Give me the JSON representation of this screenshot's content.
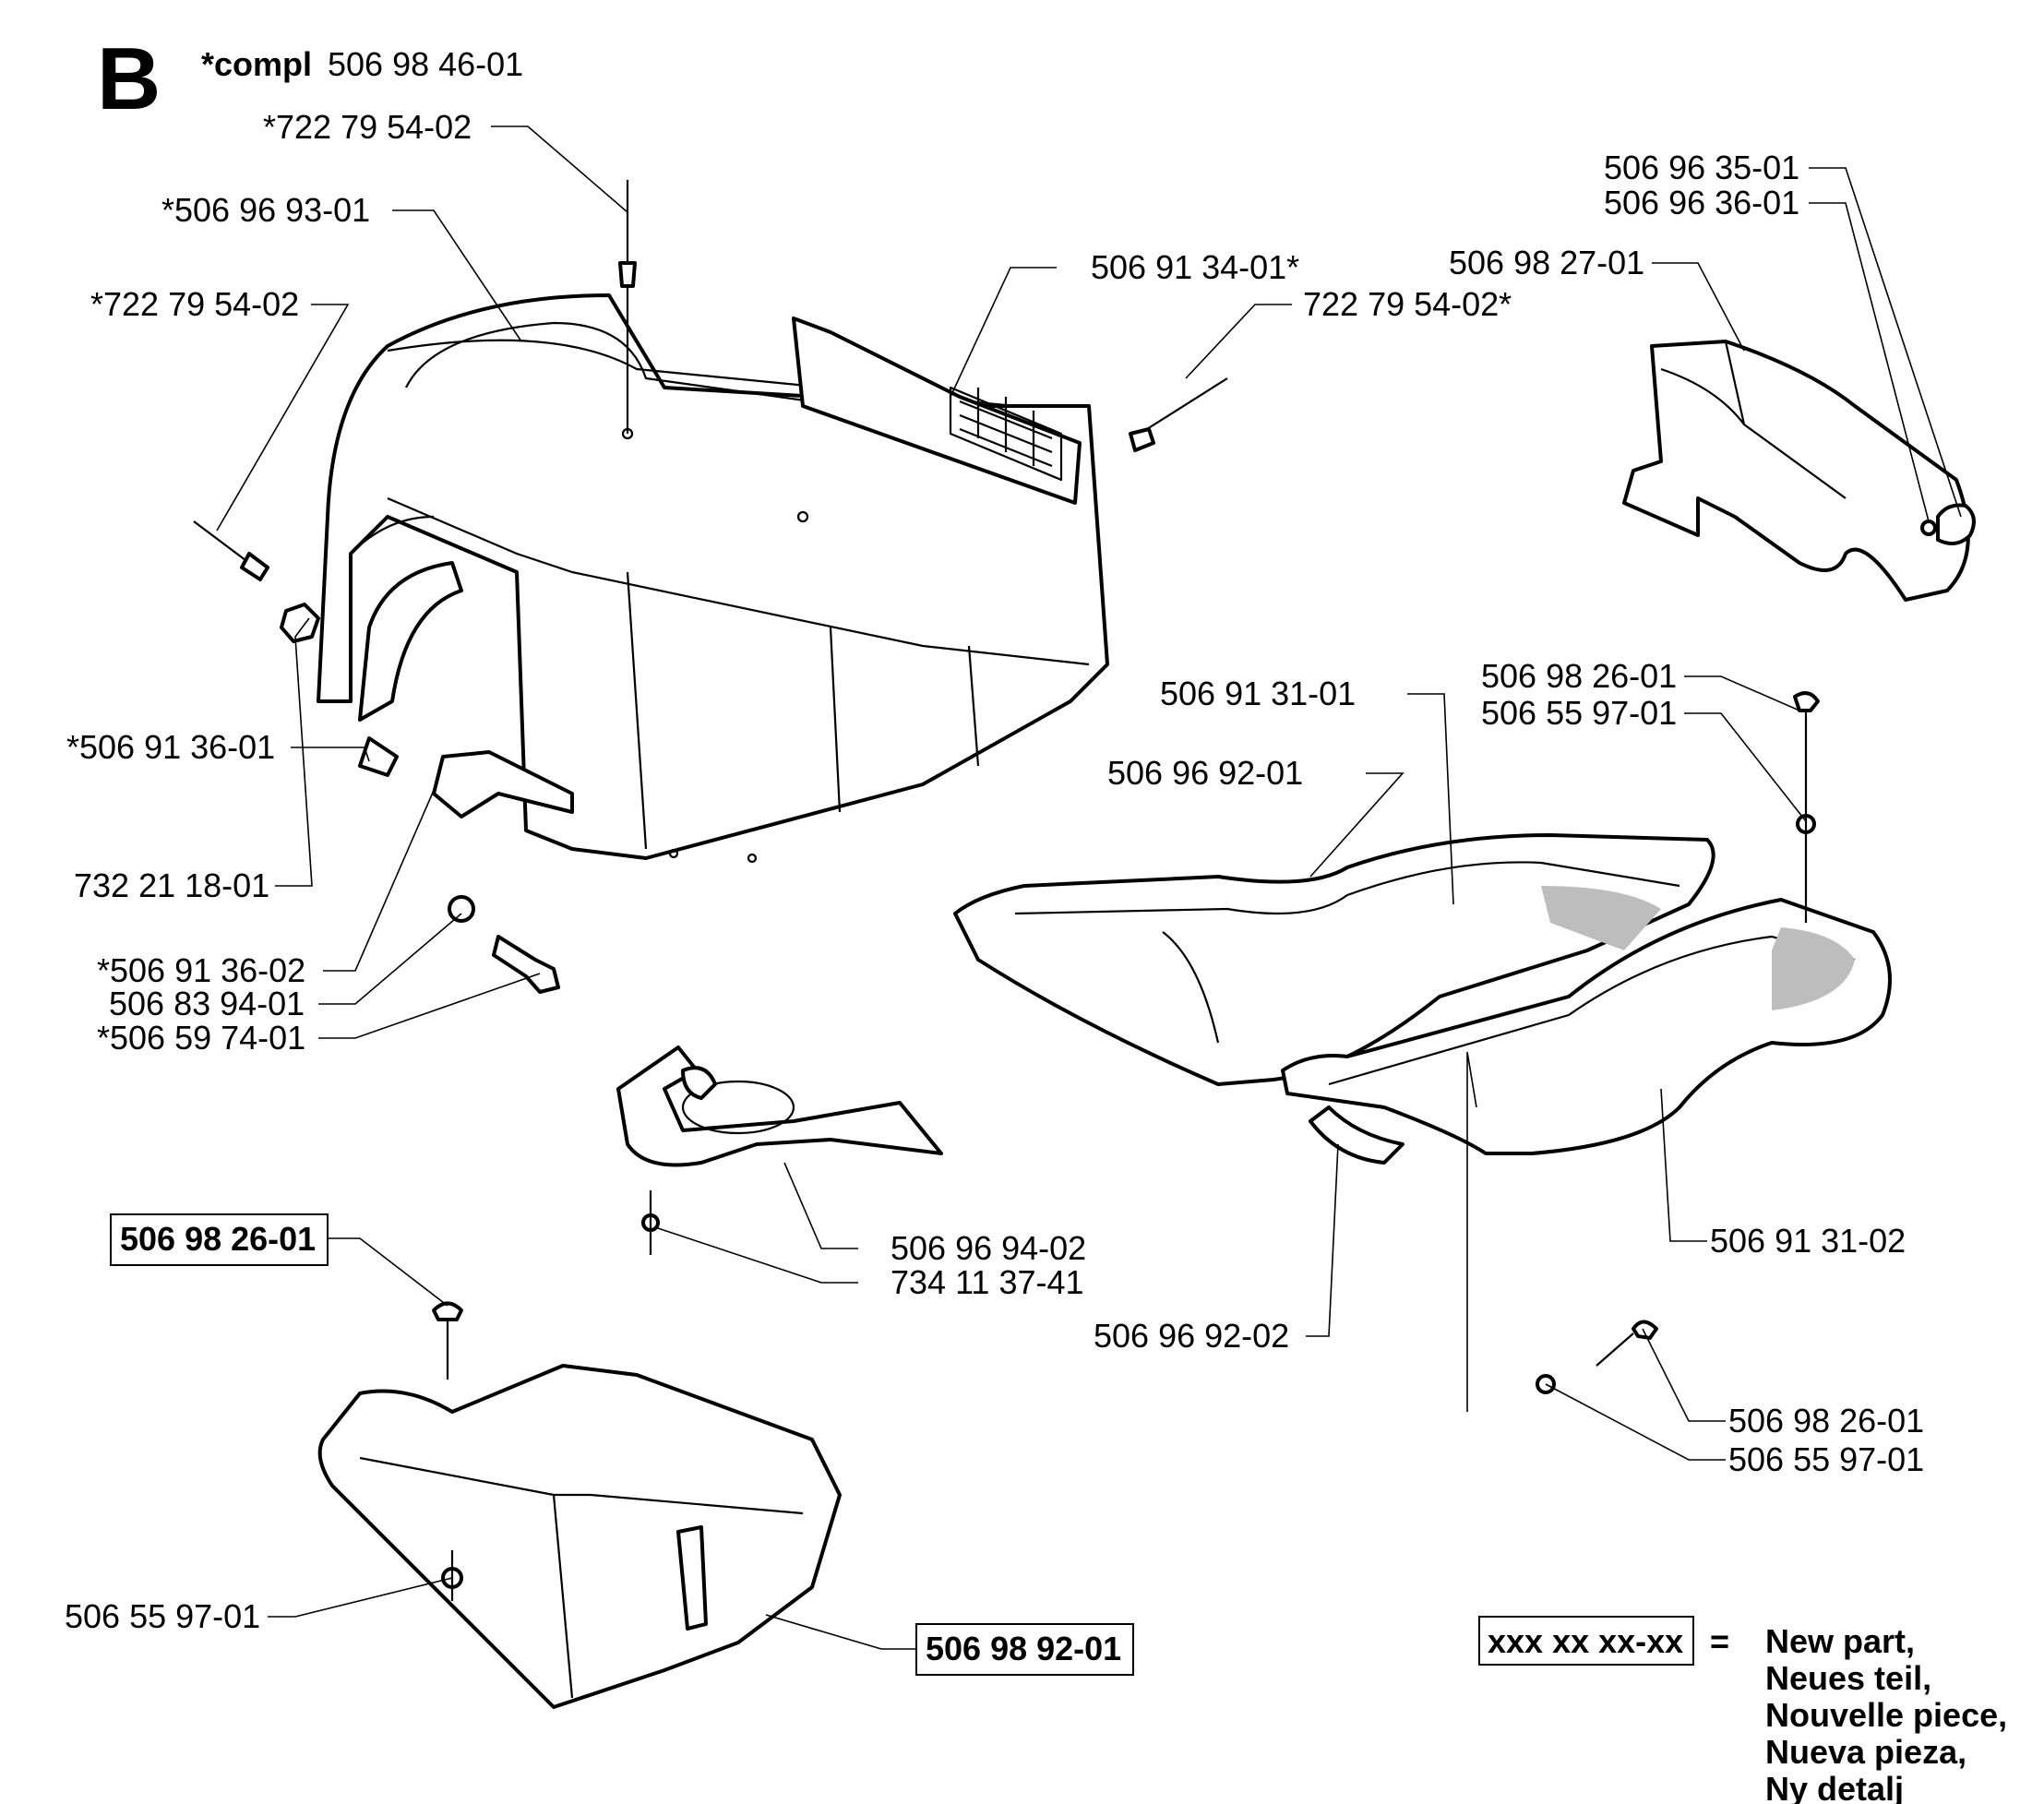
{
  "section": {
    "letter": "B",
    "compl_prefix": "*compl",
    "compl_number": "506 98 46-01"
  },
  "labels": {
    "l_722_top": "*722 79 54-02",
    "l_506_96_93": "*506 96 93-01",
    "l_722_left": "*722 79 54-02",
    "l_506_91_34": "506 91 34-01*",
    "l_722_right": "722 79 54-02*",
    "l_506_91_36_01": "*506 91 36-01",
    "l_732_21_18": "732 21 18-01",
    "l_506_91_36_02": "*506 91 36-02",
    "l_506_83_94": "506 83 94-01",
    "l_506_59_74": "*506 59 74-01",
    "l_506_96_35": "506 96 35-01",
    "l_506_96_36": "506 96 36-01",
    "l_506_98_27": "506 98 27-01",
    "l_506_91_31_01": "506 91 31-01",
    "l_506_96_92_01": "506 96 92-01",
    "l_506_98_26_top": "506 98 26-01",
    "l_506_55_97_top": "506 55 97-01",
    "l_506_96_94": "506 96 94-02",
    "l_734_11_37": "734 11 37-41",
    "l_506_91_31_02": "506 91 31-02",
    "l_506_96_92_02": "506 96 92-02",
    "l_506_98_26_right": "506 98 26-01",
    "l_506_55_97_right": "506 55 97-01",
    "l_506_55_97_bottom": "506 55 97-01"
  },
  "boxed_labels": {
    "b_506_98_26": "506 98 26-01",
    "b_506_98_92": "506 98 92-01"
  },
  "legend": {
    "sample": "xxx xx xx-xx",
    "equals": "=",
    "lines": [
      "New part,",
      "Neues teil,",
      "Nouvelle piece,",
      "Nueva pieza,",
      "Ny detalj"
    ]
  }
}
